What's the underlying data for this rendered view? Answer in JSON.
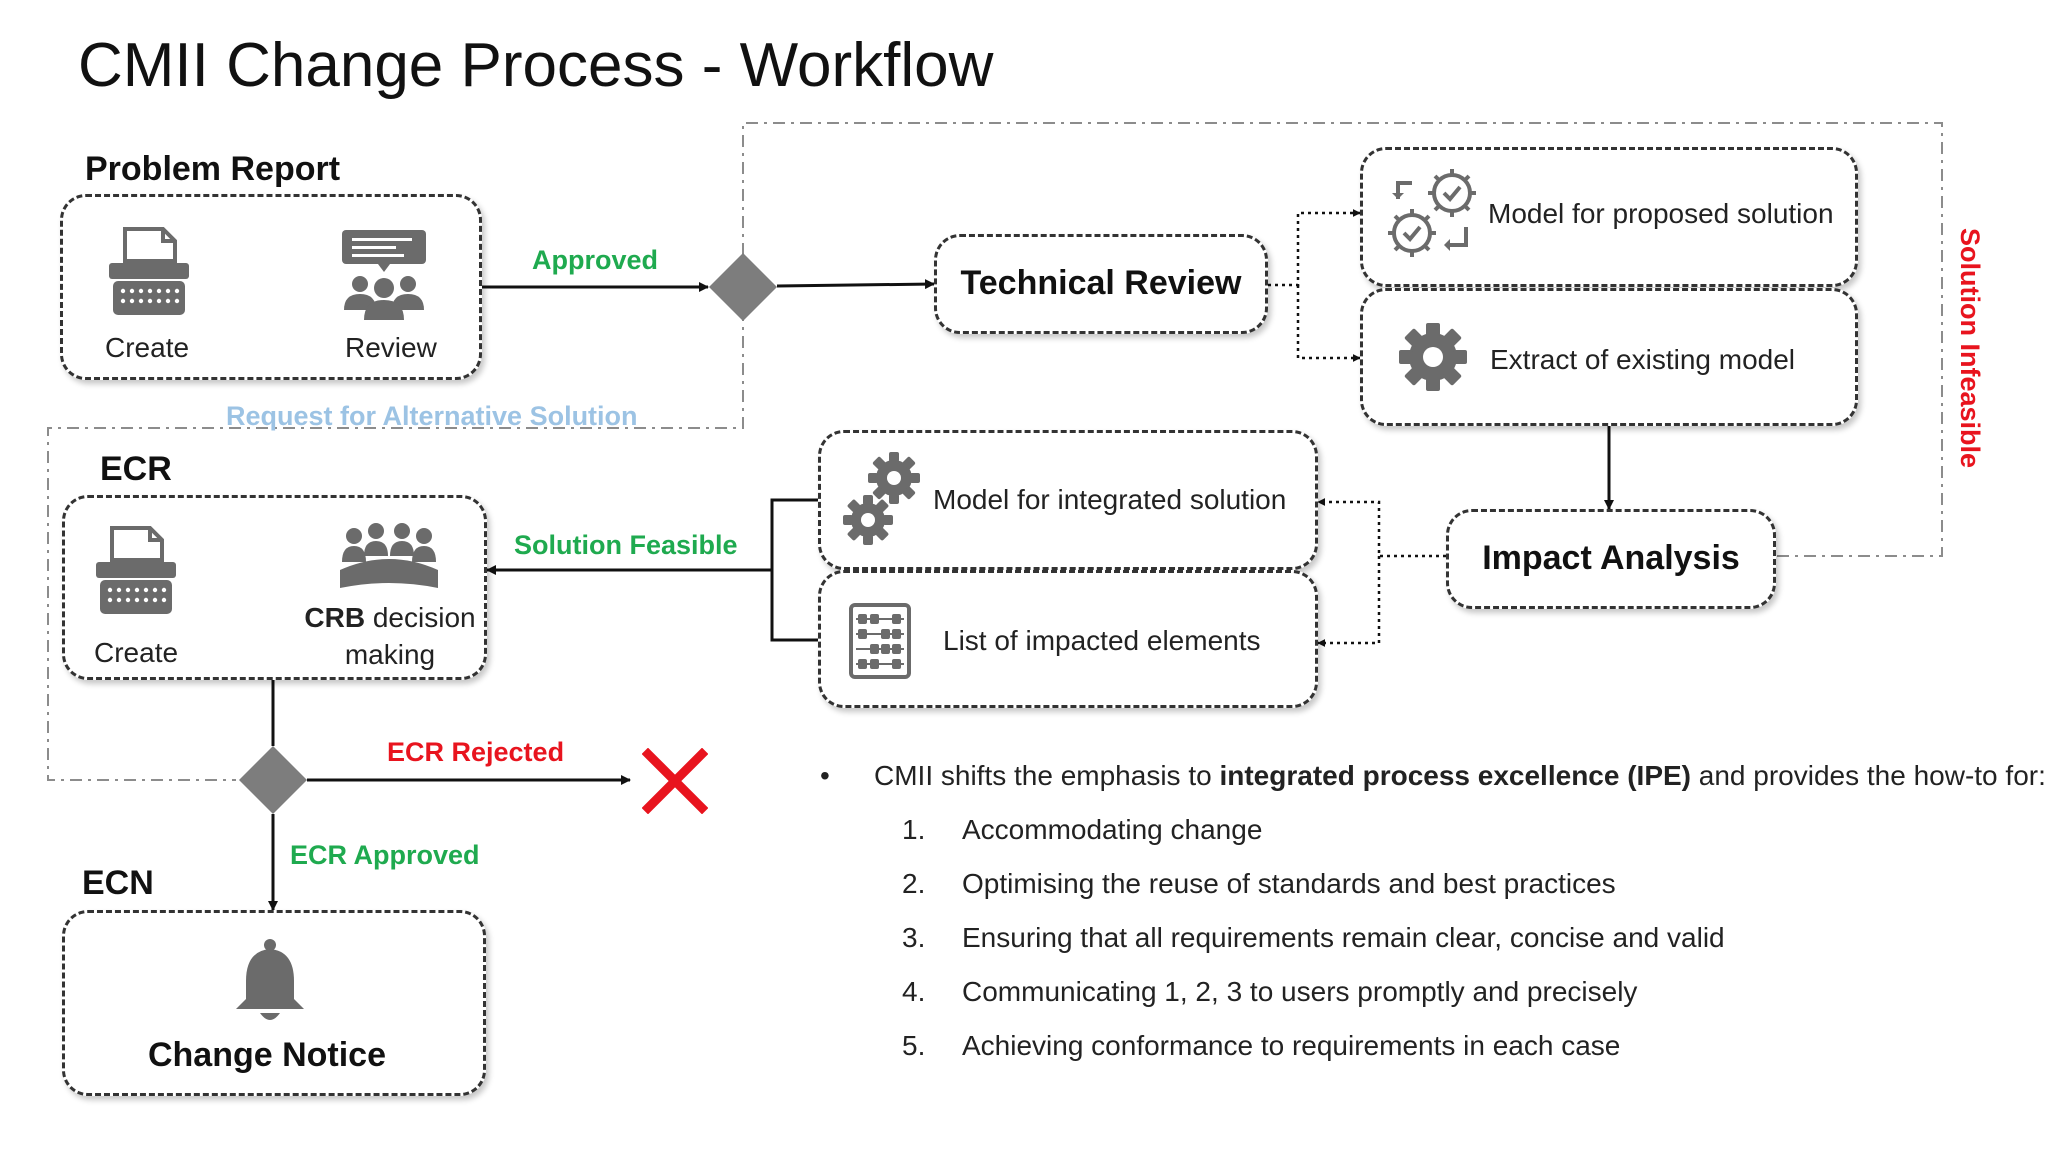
{
  "title": "CMII Change Process - Workflow",
  "sections": {
    "problem_report": "Problem Report",
    "ecr": "ECR",
    "ecn": "ECN"
  },
  "nodes": {
    "pr_create": "Create",
    "pr_review": "Review",
    "technical_review": "Technical Review",
    "model_proposed": "Model for proposed solution",
    "extract_existing": "Extract of existing model",
    "impact_analysis": "Impact Analysis",
    "model_integrated": "Model for integrated solution",
    "list_impacted": "List of impacted elements",
    "ecr_create": "Create",
    "crb_bold": "CRB",
    "crb_rest": " decision",
    "crb_line2": "making",
    "change_notice": "Change Notice"
  },
  "edges": {
    "approved": "Approved",
    "request_alternative": "Request for Alternative Solution",
    "solution_infeasible": "Solution Infeasible",
    "solution_feasible": "Solution Feasible",
    "ecr_rejected": "ECR Rejected",
    "ecr_approved": "ECR Approved"
  },
  "icons": {
    "pr_create": "typewriter-icon",
    "pr_review": "meeting-review-icon",
    "model_proposed": "gears-cycle-icon",
    "extract_existing": "gear-icon",
    "model_integrated": "gears-icon",
    "list_impacted": "abacus-icon",
    "ecr_create": "typewriter-icon",
    "crb": "group-meeting-icon",
    "change_notice": "bell-icon",
    "rejected": "red-x-icon"
  },
  "bullets": {
    "intro_pre": "CMII shifts the emphasis to ",
    "intro_bold": "integrated process excellence (IPE)",
    "intro_post": " and provides the how-to for:",
    "items": [
      {
        "num": "1.",
        "text": "Accommodating change"
      },
      {
        "num": "2.",
        "text": "Optimising the reuse of standards and best practices"
      },
      {
        "num": "3.",
        "text": "Ensuring that all requirements remain clear, concise and valid"
      },
      {
        "num": "4.",
        "text": "Communicating 1, 2, 3 to users promptly and precisely"
      },
      {
        "num": "5.",
        "text": "Achieving conformance to requirements in each case"
      }
    ]
  },
  "colors": {
    "approved": "#1faa4f",
    "rejected": "#e8141e",
    "request": "#9cc3e4",
    "icon": "#6b6b6b",
    "line": "#111111"
  }
}
